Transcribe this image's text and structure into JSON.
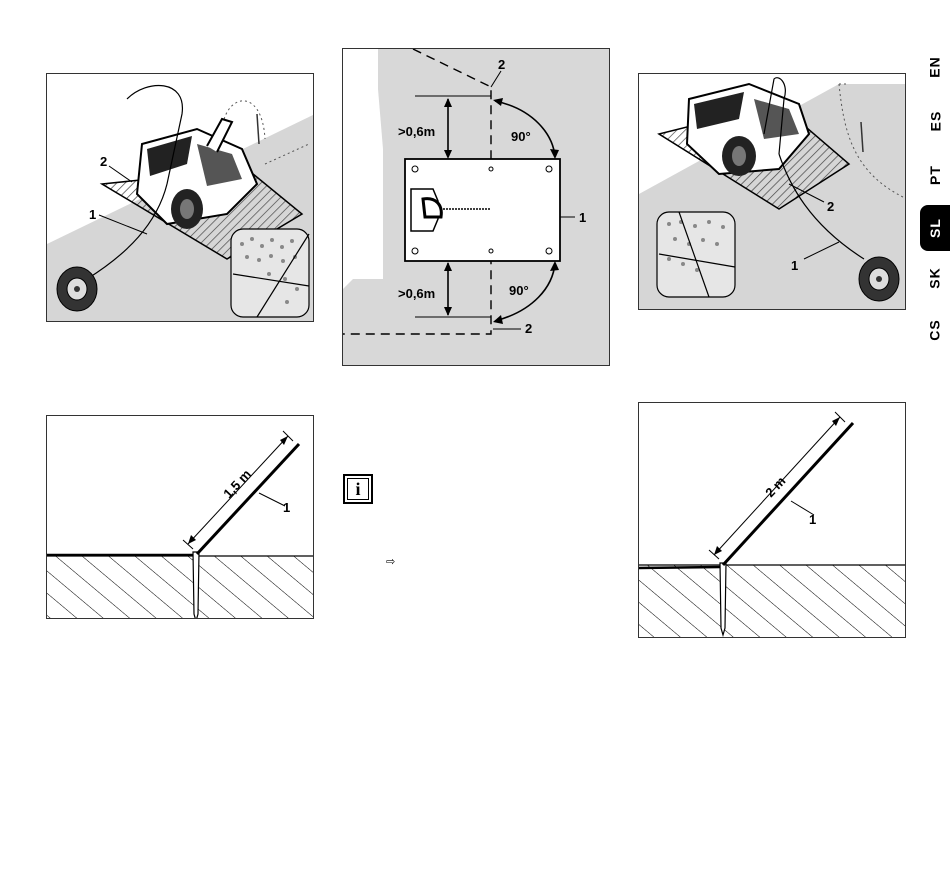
{
  "languages": [
    {
      "code": "EN",
      "active": false
    },
    {
      "code": "ES",
      "active": false
    },
    {
      "code": "PT",
      "active": false
    },
    {
      "code": "SL",
      "active": true
    },
    {
      "code": "SK",
      "active": false
    },
    {
      "code": "CS",
      "active": false
    }
  ],
  "fig_mower_left": {
    "label_1": "1",
    "label_2": "2"
  },
  "fig_base_plan": {
    "distance_top": ">0,6m",
    "distance_bottom": ">0,6m",
    "angle_top": "90°",
    "angle_bottom": "90°",
    "label_1": "1",
    "label_2_top": "2",
    "label_2_bottom": "2"
  },
  "fig_mower_right": {
    "label_1": "1",
    "label_2": "2"
  },
  "fig_wire_left": {
    "length": "1,5 m",
    "label_1": "1"
  },
  "fig_wire_right": {
    "length": "2 m",
    "label_1": "1"
  },
  "info_icon": {
    "symbol": "i"
  },
  "arrow_glyph": "⇨"
}
